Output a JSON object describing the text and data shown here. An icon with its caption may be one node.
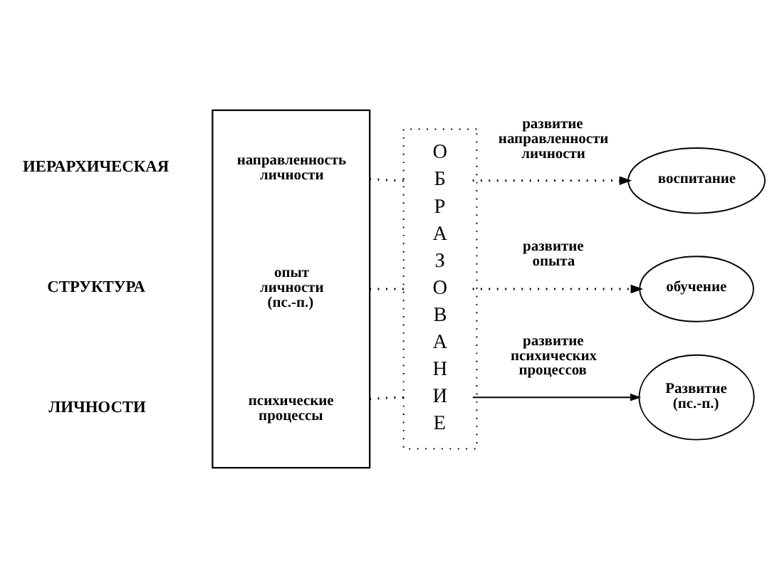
{
  "diagram": {
    "nodes": [
      {
        "text": [],
        "shape": "box"
      },
      {
        "text": [
          "направленность личности"
        ],
        "in": 0
      },
      {
        "text": [
          "опыт личности (пс.-п.)"
        ],
        "in": 0
      },
      {
        "text": [
          "психические процессы"
        ],
        "in": 0
      },
      {
        "text": [
          "ОБРАЗОВАНИЕ"
        ]
      },
      {
        "text": [
          "воспитание"
        ]
      },
      {
        "text": [
          "обучение"
        ]
      },
      {
        "text": [
          "Развитие (пс.-п.)"
        ]
      }
    ],
    "edges": [
      {
        "from": 1,
        "to": 4,
        "arrow": "none",
        "style": "dashed"
      },
      {
        "from": 4,
        "to": 5,
        "arrow": "to",
        "label": "развитие направленности личности",
        "style": "dashed"
      },
      {
        "from": 2,
        "to": 4,
        "arrow": "none",
        "style": "dashed"
      },
      {
        "from": 4,
        "to": 6,
        "arrow": "to",
        "label": "развитие опыта",
        "style": "dashed"
      },
      {
        "from": 3,
        "to": 4,
        "arrow": "none",
        "style": "dashed"
      },
      {
        "from": 4,
        "to": 7,
        "arrow": "to",
        "label": "развитие психических процессов"
      }
    ],
    "labels": [
      "ИЕРАРХИЧЕСКАЯ",
      "СТРУКТУРА",
      "ЛИЧНОСТИ"
    ]
  }
}
